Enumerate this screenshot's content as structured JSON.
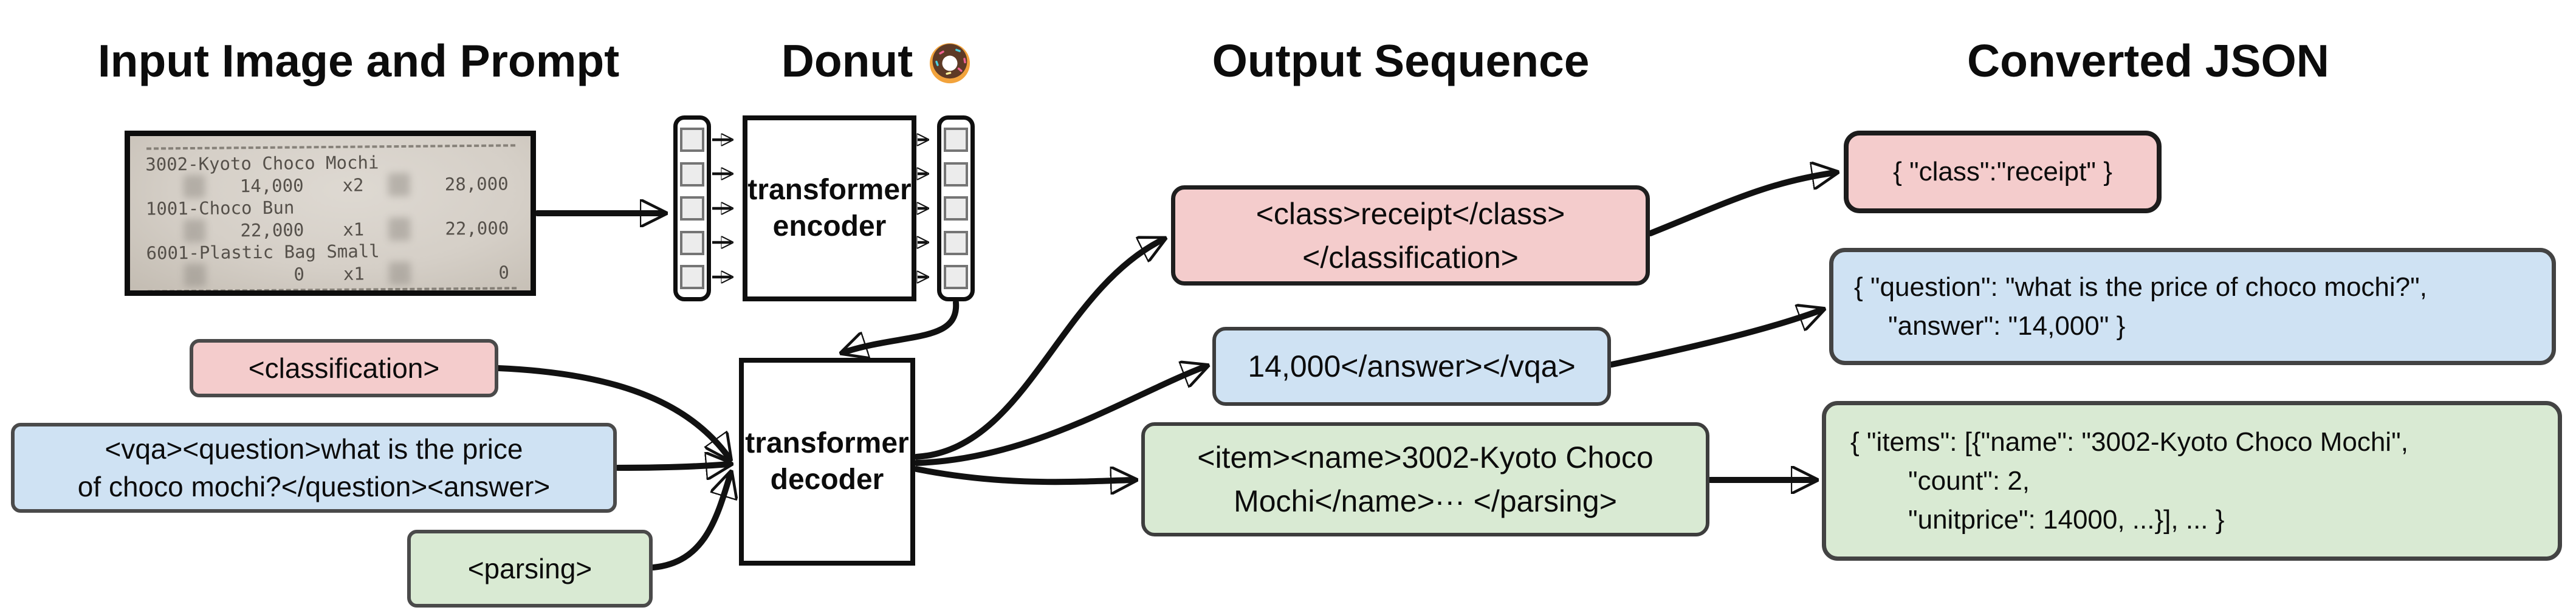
{
  "titles": {
    "input": "Input Image and Prompt",
    "model": "Donut",
    "model_icon": "donut-icon",
    "output": "Output Sequence",
    "json": "Converted JSON"
  },
  "receipt": {
    "items": [
      {
        "name": "3002-Kyoto Choco Mochi",
        "price": "14,000",
        "qty": "x2",
        "total": "28,000"
      },
      {
        "name": "1001-Choco Bun",
        "price": "22,000",
        "qty": "x1",
        "total": "22,000"
      },
      {
        "name": "6001-Plastic Bag Small",
        "price": "0",
        "qty": "x1",
        "total": "0"
      }
    ]
  },
  "model": {
    "encoder_line1": "transformer",
    "encoder_line2": "encoder",
    "decoder_line1": "transformer",
    "decoder_line2": "decoder"
  },
  "prompts": {
    "classification": "<classification>",
    "vqa_line1": "<vqa><question>what is the price",
    "vqa_line2": "of choco mochi?</question><answer>",
    "parsing": "<parsing>"
  },
  "outputs": {
    "classification_line1": "<class>receipt</class>",
    "classification_line2": "</classification>",
    "vqa": "14,000</answer></vqa>",
    "parsing_line1": "<item><name>3002-Kyoto Choco",
    "parsing_line2": "Mochi</name>··· </parsing>"
  },
  "json_outputs": {
    "classification": "{ \"class\":\"receipt\" }",
    "vqa_line1": "{ \"question\": \"what is the price of choco mochi?\",",
    "vqa_line2": "\"answer\": \"14,000\" }",
    "parsing_line1": "{ \"items\": [{\"name\": \"3002-Kyoto Choco Mochi\",",
    "parsing_line2": "\"count\": 2,",
    "parsing_line3": "\"unitprice\": 14000, ...}], ... }"
  },
  "colors": {
    "classification_fill": "#f4cccc",
    "vqa_fill": "#cfe2f3",
    "parsing_fill": "#d9ead3",
    "stroke": "#111111"
  }
}
